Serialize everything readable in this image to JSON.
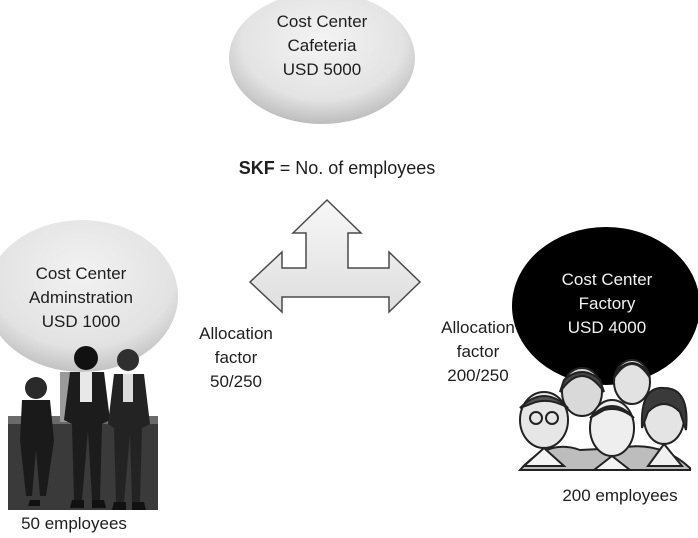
{
  "cafeteria": {
    "lines": [
      "Cost Center",
      "Cafeteria",
      "USD 5000"
    ],
    "fill": "#e8e8e8",
    "shade": "#c4c4c4"
  },
  "skf": {
    "key": "SKF",
    "rest": " = No. of employees"
  },
  "administration": {
    "lines": [
      "Cost Center",
      "Adminstration",
      "USD 1000"
    ],
    "fill": "#e6e6e6",
    "employees": "50 employees"
  },
  "factory": {
    "lines": [
      "Cost Center",
      "Factory",
      "USD 4000"
    ],
    "fill": "#000000",
    "text_color": "#f2f2f2",
    "employees": "200 employees"
  },
  "allocation_left": {
    "lines": [
      "Allocation",
      "factor",
      "50/250"
    ]
  },
  "allocation_right": {
    "lines": [
      "Allocation",
      "factor",
      "200/250"
    ]
  },
  "arrow": {
    "fill": "#eeeeee",
    "stroke": "#4a4a4a"
  },
  "icons": {
    "office_people": "office-people-clipart-icon",
    "factory_people": "factory-people-clipart-icon"
  }
}
